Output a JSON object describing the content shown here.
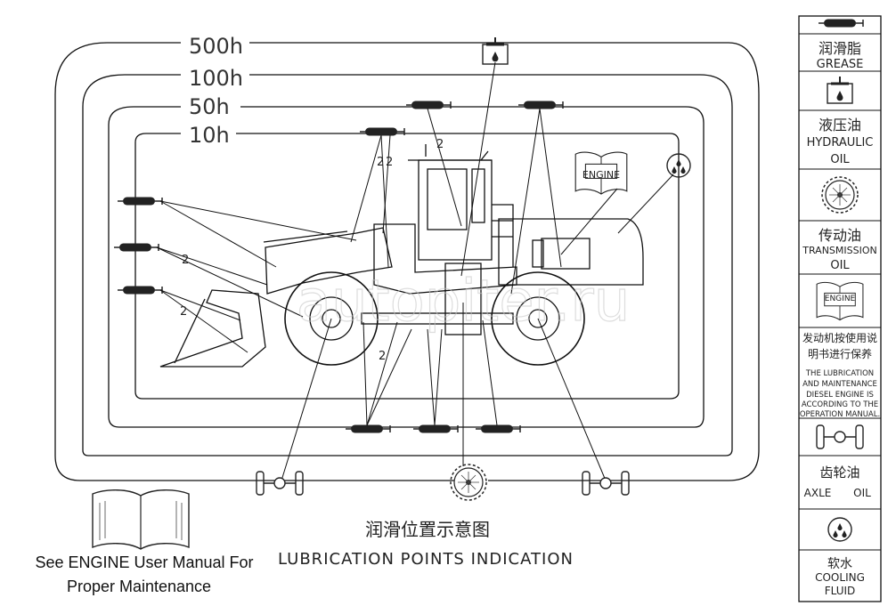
{
  "intervals": [
    "500h",
    "100h",
    "50h",
    "10h"
  ],
  "point_counts": {
    "grease_a": "2",
    "grease_b": "2",
    "grease_c": "2",
    "grease_d": "2",
    "grease_e": "2",
    "grease_f": "2"
  },
  "engine_label": "ENGINE",
  "title_cn": "润滑位置示意图",
  "title_en": "LUBRICATION  POINTS  INDICATION",
  "note_line1": "See ENGINE User Manual For",
  "note_line2": "Proper Maintenance",
  "legend": {
    "grease_cn": "润滑脂",
    "grease_en": "GREASE",
    "hydraulic_cn": "液压油",
    "hydraulic_en1": "HYDRAULIC",
    "hydraulic_en2": "OIL",
    "transmission_cn": "传动油",
    "transmission_en1": "TRANSMISSION",
    "transmission_en2": "OIL",
    "engine_label": "ENGINE",
    "engine_cn1": "发动机按使用说",
    "engine_cn2": "明书进行保养",
    "engine_en1": "THE LUBRICATION",
    "engine_en2": "AND MAINTENANCE",
    "engine_en3": "DIESEL ENGINE IS",
    "engine_en4": "ACCORDING TO THE",
    "engine_en5": "OPERATION MANUAL.",
    "axle_cn": "齿轮油",
    "axle_en1": "AXLE",
    "axle_en2": "OIL",
    "cooling_cn": "软水",
    "cooling_en1": "COOLING",
    "cooling_en2": "FLUID"
  },
  "watermark": "autopiter.ru"
}
